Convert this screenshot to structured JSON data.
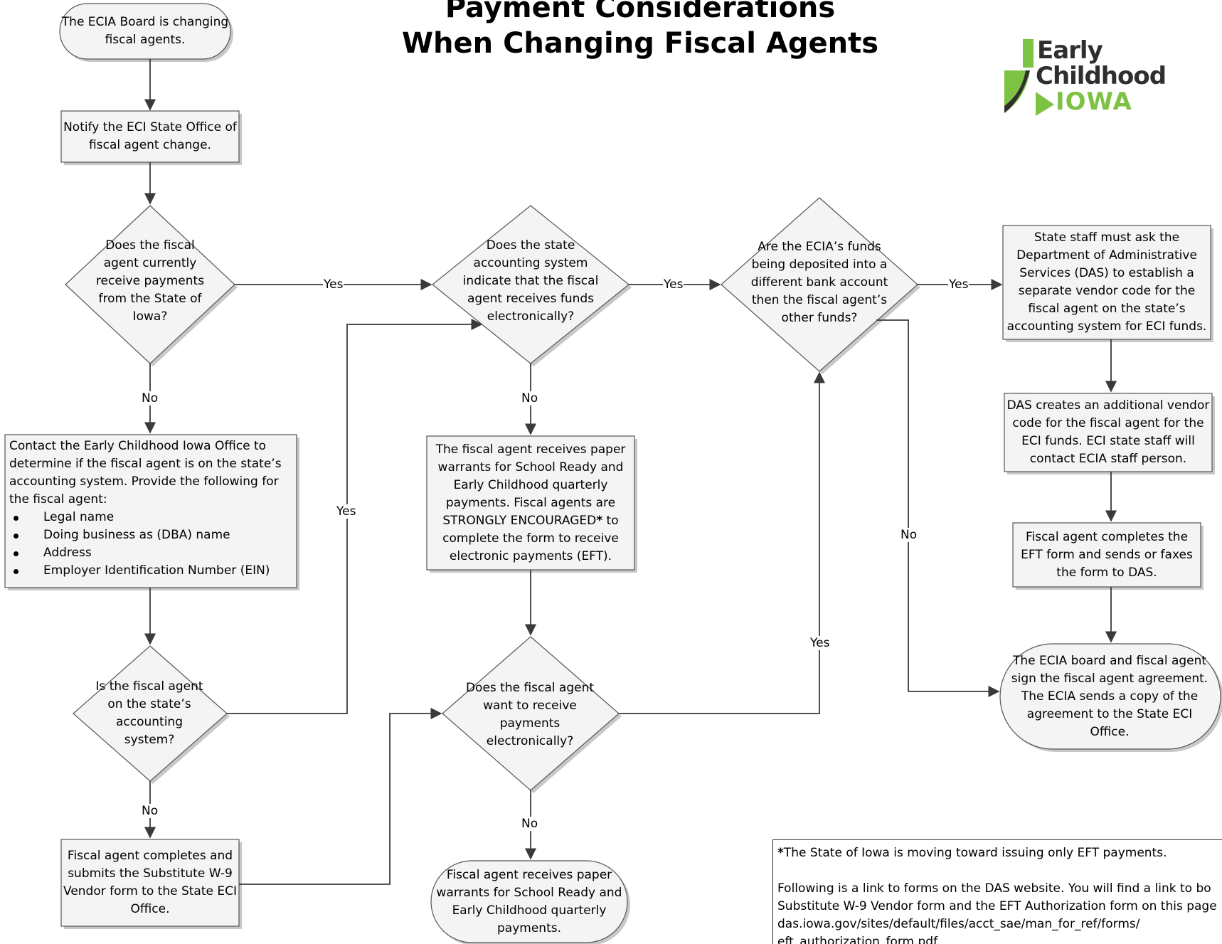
{
  "title": {
    "line1": "Payment Considerations",
    "line2": "When Changing Fiscal Agents"
  },
  "logo": {
    "line1": "Early",
    "line2": "Childhood",
    "line3": "IOWA",
    "colors": {
      "green": "#7dc242",
      "dark": "#2f2f2f",
      "light": "#a8d86a"
    }
  },
  "colors": {
    "fill": "#f4f4f4",
    "stroke": "#555555",
    "shadow": "#c8c8c8",
    "arrow": "#3a3a3a"
  },
  "nodes": {
    "start": "The ECIA Board is changing fiscal agents.",
    "notify": "Notify the ECI State Office of fiscal agent change.",
    "d_receive": "Does the fiscal agent currently receive payments from the State of Iowa?",
    "d_electronic": "Does the state accounting system indicate that the fiscal agent receives funds electronically?",
    "d_bank": "Are the ECIA’s funds being deposited into a different bank account then the fiscal agent’s other funds?",
    "state_staff": "State staff must ask the Department of Administrative Services (DAS) to establish a separate vendor code for the fiscal agent on the state’s accounting system for ECI funds.",
    "das_creates": "DAS creates an additional vendor code for the fiscal agent for the ECI funds.  ECI state staff will contact ECIA staff person.",
    "eft_form": "Fiscal agent completes the EFT form and sends or faxes the form to DAS.",
    "end_sign": "The ECIA board and fiscal agent sign the fiscal agent agreement.  The ECIA sends a copy of the agreement to the State ECI Office.",
    "contact": {
      "intro": "Contact the Early Childhood Iowa Office to determine if the fiscal agent is on the state’s accounting system.  Provide the following for the fiscal agent:",
      "items": [
        "Legal name",
        "Doing business as (DBA) name",
        "Address",
        "Employer Identification Number (EIN)"
      ]
    },
    "paper_warrants": {
      "pre": "The fiscal agent receives paper warrants for School Ready and Early Childhood quarterly payments.  Fiscal agents are STRONGLY ENCOURAGED",
      "star": "*",
      "post": " to complete the form to receive electronic payments (EFT)."
    },
    "d_on_system": "Is the fiscal agent on the state’s accounting system?",
    "d_want": "Does the fiscal agent want to receive payments electronically?",
    "w9": "Fiscal agent completes and submits the Substitute W-9 Vendor form to the State ECI Office.",
    "end_paper": "Fiscal agent receives paper warrants for School Ready and Early Childhood quarterly payments."
  },
  "labels": {
    "yes": "Yes",
    "no": "No"
  },
  "footnote": {
    "star": "*",
    "line1": "The State of Iowa is moving toward issuing only EFT payments.",
    "line2": "Following is a link to forms on the DAS website.  You will find a link to bo",
    "line3": "Substitute W-9 Vendor form and the EFT Authorization form on this page",
    "line4": "das.iowa.gov/sites/default/files/acct_sae/man_for_ref/forms/",
    "line5": "eft_authorization_form.pdf"
  }
}
